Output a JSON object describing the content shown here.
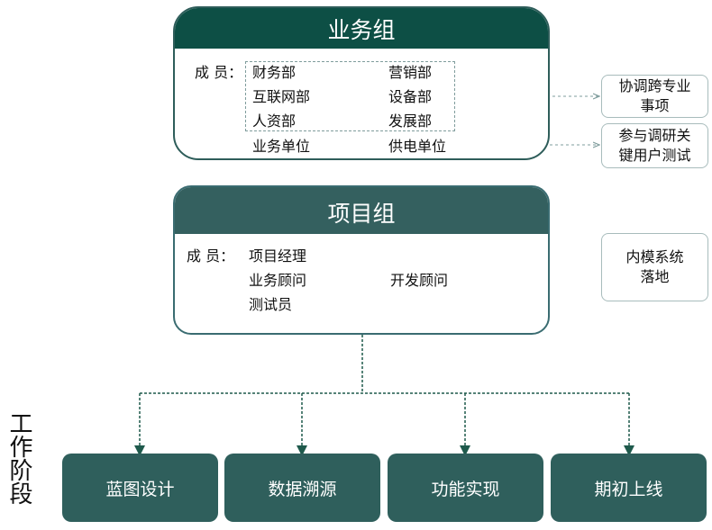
{
  "business_group": {
    "title": "业务组",
    "members_label": "成  员：",
    "members": [
      "财务部",
      "营销部",
      "互联网部",
      "设备部",
      "人资部",
      "发展部"
    ],
    "extra_left": "业务单位",
    "extra_right": "供电单位"
  },
  "project_group": {
    "title": "项目组",
    "members_label": "成    员：",
    "members": [
      "项目经理",
      "业务顾问",
      "开发顾问",
      "测试员"
    ]
  },
  "side_notes": [
    "协调跨专业\n事项",
    "参与调研关\n键用户测试",
    "内模系统\n落地"
  ],
  "stage_label": "工作阶段",
  "phases": [
    "蓝图设计",
    "数据溯源",
    "功能实现",
    "期初上线"
  ],
  "colors": {
    "header_dark": "#0d4f45",
    "header_teal": "#34605f",
    "phase_fill": "#2f5f5c",
    "connector": "#1f5a4c"
  }
}
